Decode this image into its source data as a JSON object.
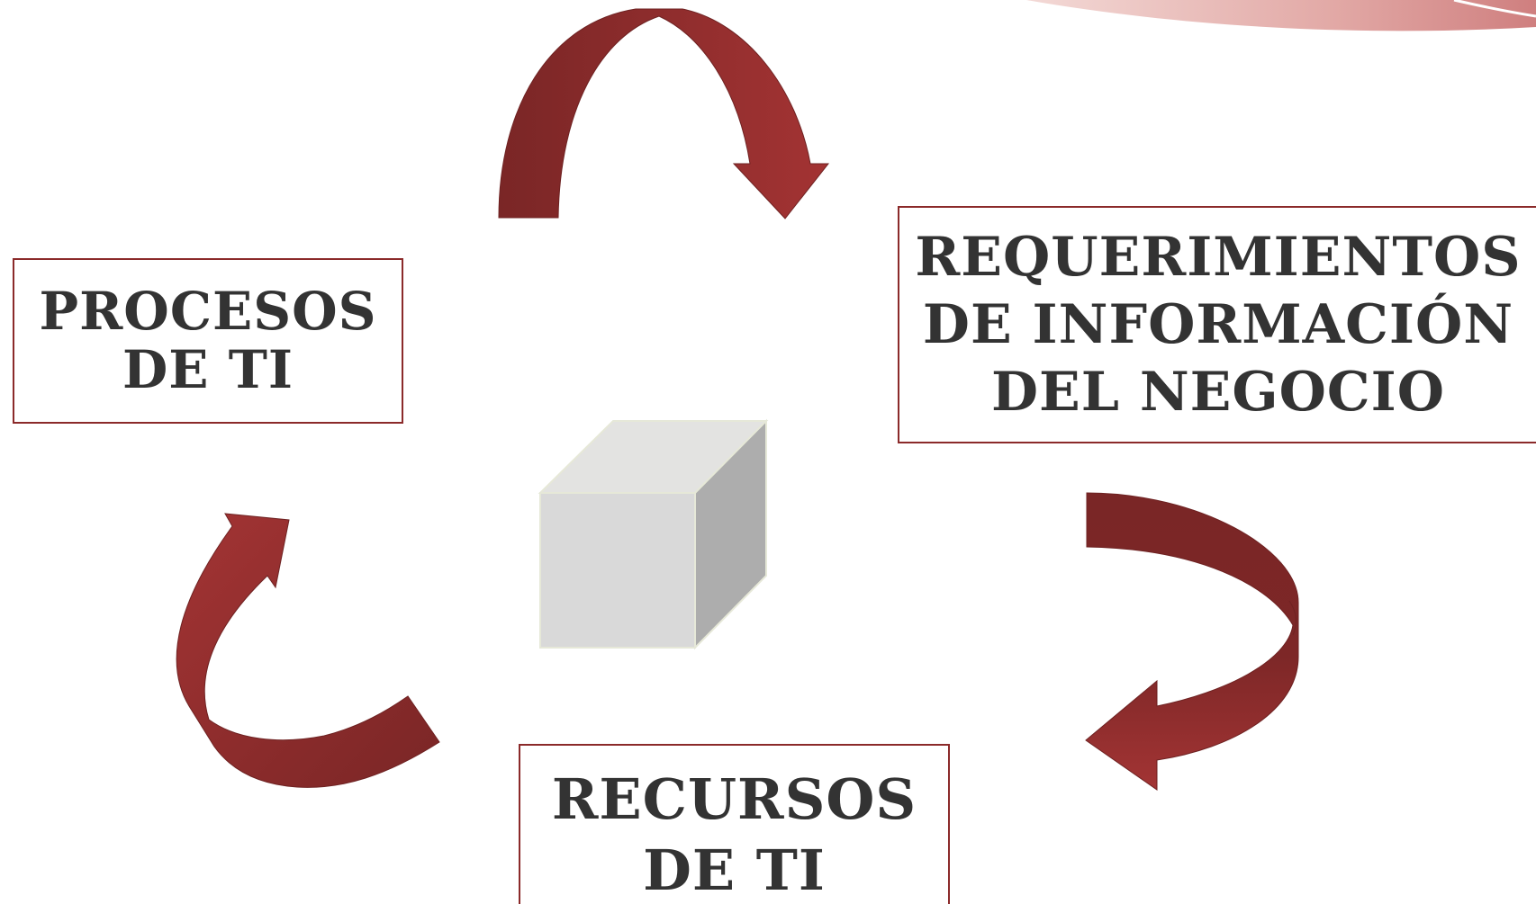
{
  "diagram": {
    "nodes": {
      "procesos": {
        "lines": [
          "PROCESOS",
          "DE TI"
        ]
      },
      "requerimientos": {
        "lines": [
          "REQUERIMIENTOS",
          "DE INFORMACIÓN",
          "DEL NEGOCIO"
        ]
      },
      "recursos": {
        "lines": [
          "RECURSOS",
          "DE TI"
        ]
      }
    },
    "center_icon": "cube-icon",
    "arrows": [
      {
        "from": "procesos",
        "to": "requerimientos",
        "icon": "curved-arrow-icon"
      },
      {
        "from": "requerimientos",
        "to": "recursos",
        "icon": "curved-arrow-icon"
      },
      {
        "from": "recursos",
        "to": "procesos",
        "icon": "curved-arrow-icon"
      }
    ]
  },
  "colors": {
    "arrow_dark": "#7a2626",
    "arrow_light": "#a53535",
    "box_border": "#8b2a2a",
    "text": "#333333",
    "cube_front": "#d9d9d9",
    "cube_top": "#e3e3e1",
    "cube_side": "#adadad",
    "corner_accent": "#d99a9a"
  }
}
